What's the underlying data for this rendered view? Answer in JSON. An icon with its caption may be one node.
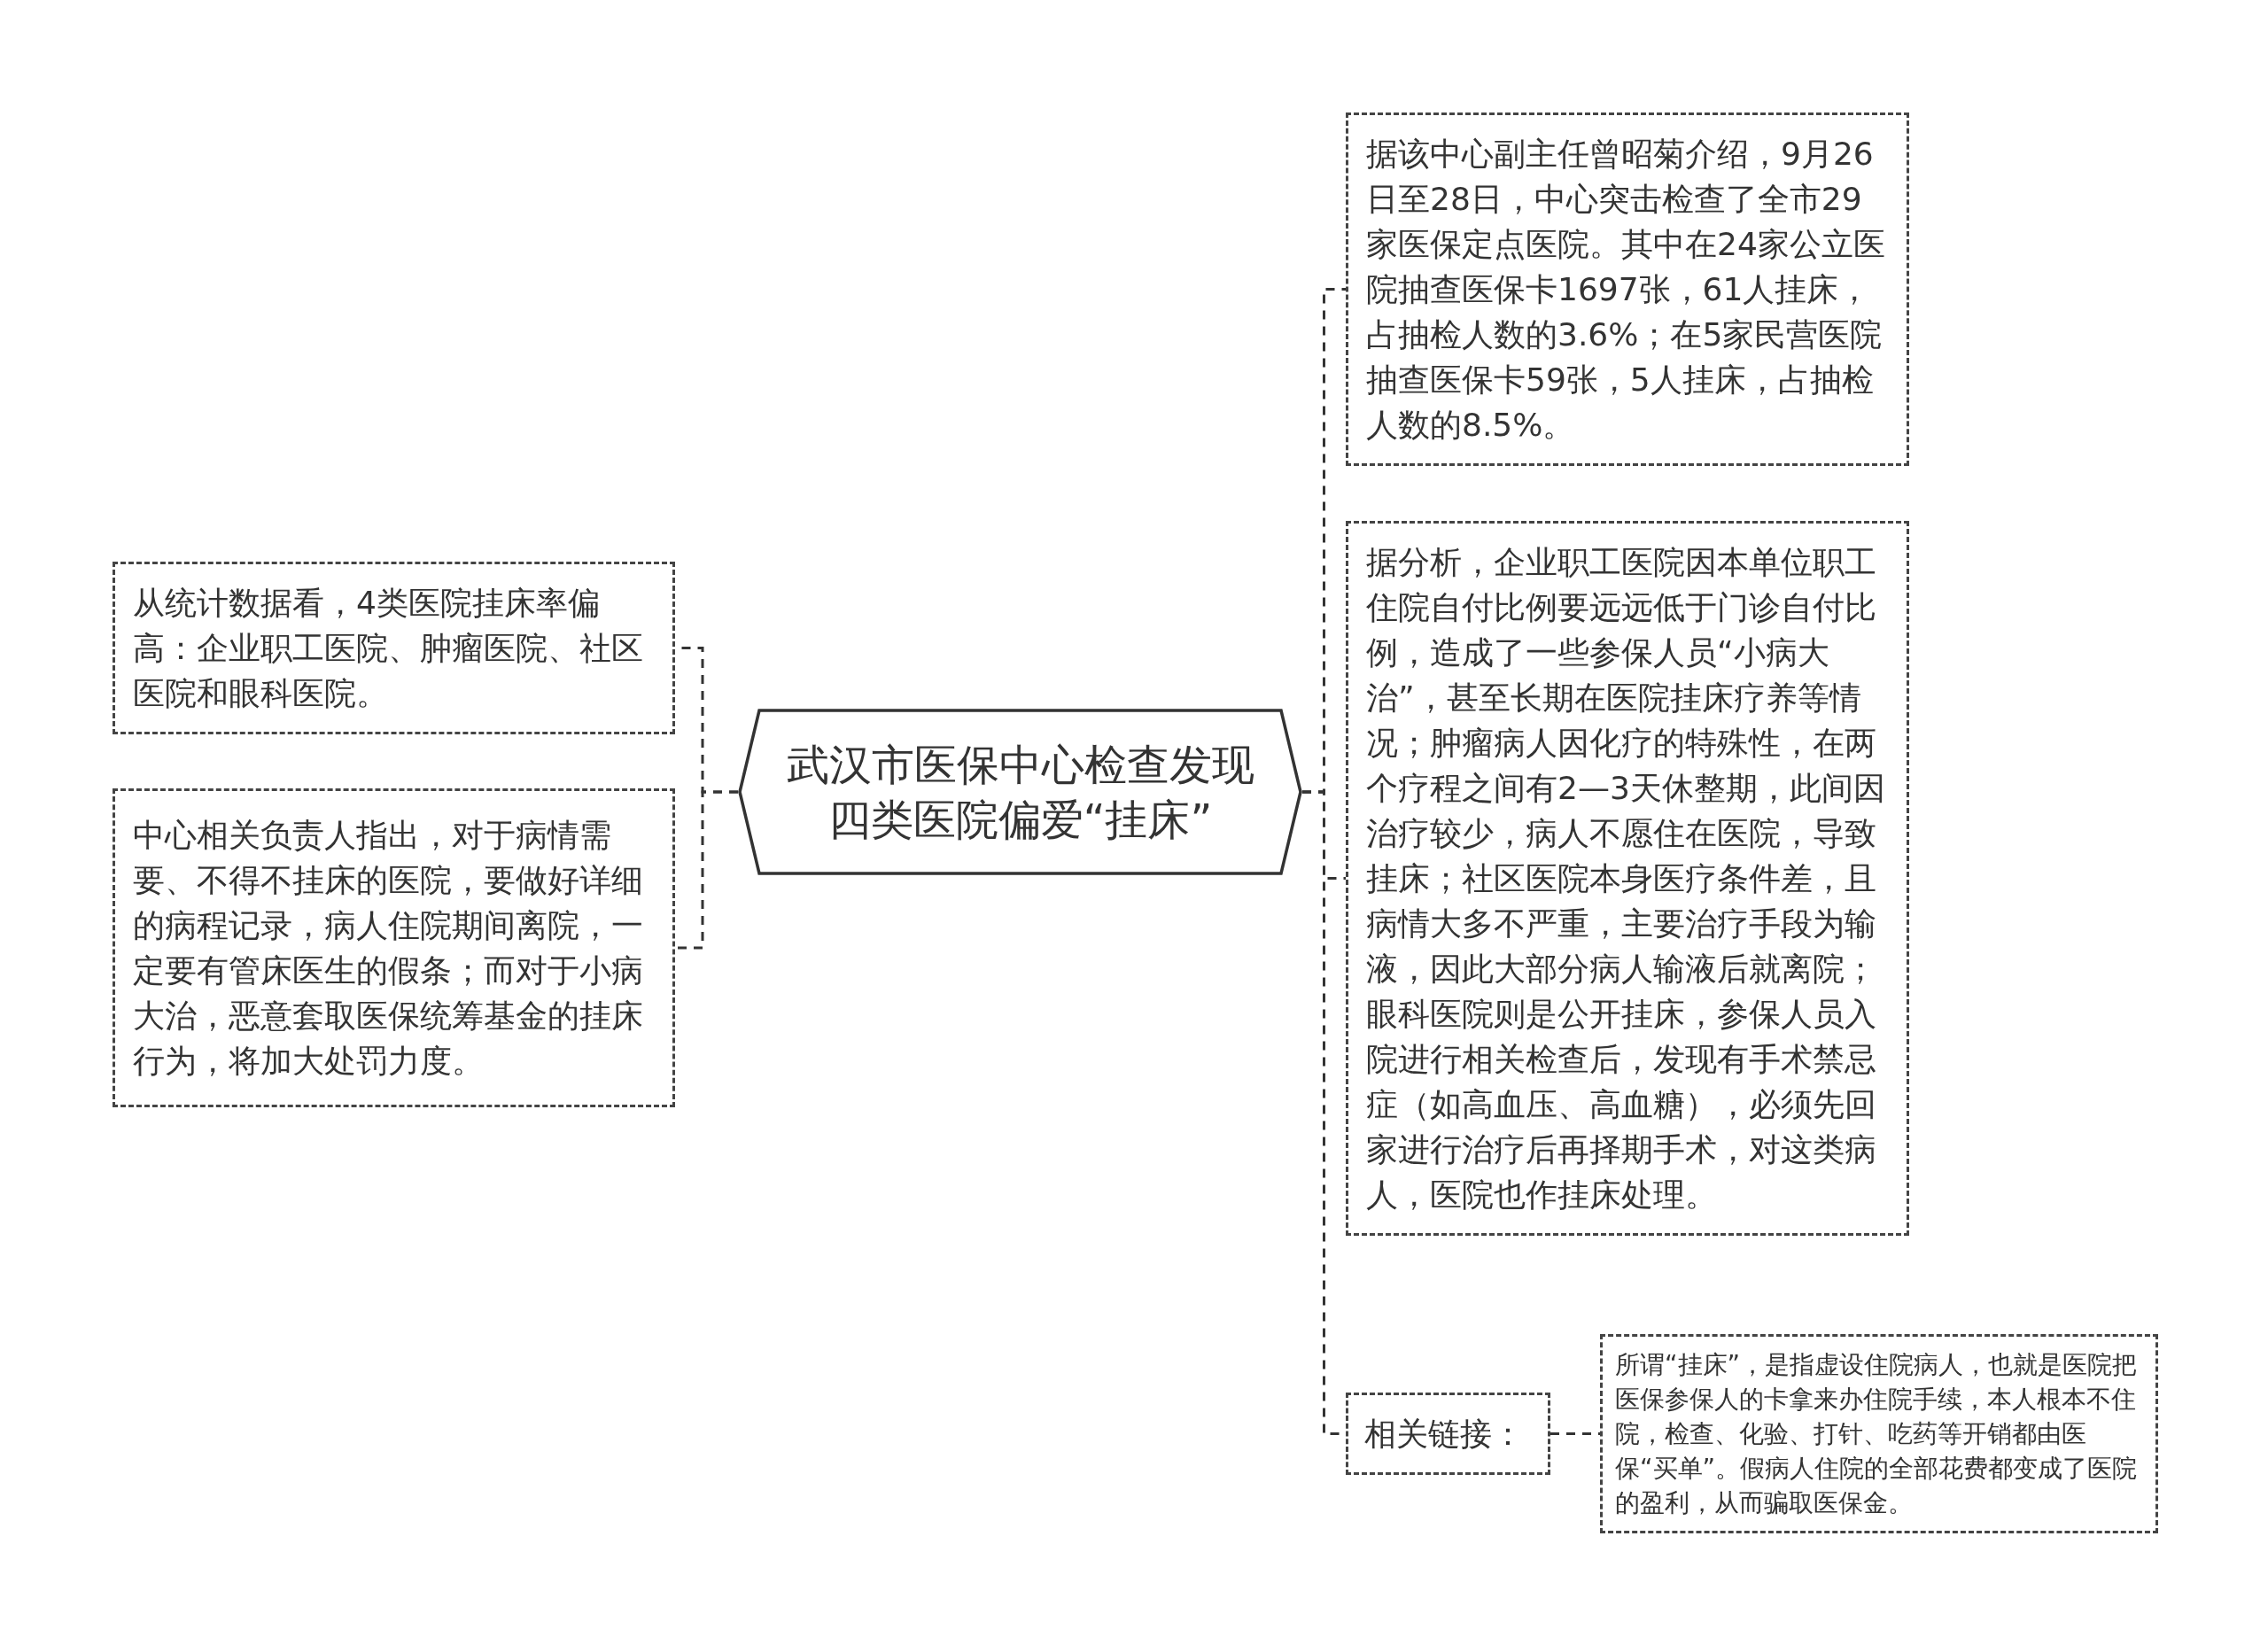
{
  "diagram": {
    "nodes": [
      {
        "text": [
          "武汉市医保中心检查发现四类医院偏爱“挂床”"
        ]
      },
      {
        "text": [
          "从统计数据看，4类医院挂床率偏高：企业职工医院、肿瘤医院、社区医院和眼科医院。"
        ]
      },
      {
        "text": [
          "中心相关负责人指出，对于病情需要、不得不挂床的医院，要做好详细的病程记录，病人住院期间离院，一定要有管床医生的假条；而对于小病大治，恶意套取医保统筹基金的挂床行为，将加大处罚力度。"
        ]
      },
      {
        "text": [
          "据该中心副主任曾昭菊介绍，9月26日至28日，中心突击检查了全市29家医保定点医院。其中在24家公立医院抽查医保卡1697张，61人挂床，占抽检人数的3.6%；在5家民营医院抽查医保卡59张，5人挂床，占抽检人数的8.5%。"
        ]
      },
      {
        "text": [
          "据分析，企业职工医院因本单位职工住院自付比例要远远低于门诊自付比例，造成了一些参保人员“小病大治”，甚至长期在医院挂床疗养等情况；肿瘤病人因化疗的特殊性，在两个疗程之间有2—3天休整期，此间因治疗较少，病人不愿住在医院，导致挂床；社区医院本身医疗条件差，且病情大多不严重，主要治疗手段为输液，因此大部分病人输液后就离院；眼科医院则是公开挂床，参保人员入院进行相关检查后，发现有手术禁忌症（如高血压、高血糖），必须先回家进行治疗后再择期手术，对这类病人，医院也作挂床处理。"
        ]
      },
      {
        "text": [
          "相关链接："
        ]
      },
      {
        "text": [
          "所谓“挂床”，是指虚设住院病人，也就是医院把医保参保人的卡拿来办住院手续，本人根本不住院，检查、化验、打针、吃药等开销都由医保“买单”。假病人住院的全部花费都变成了医院的盈利，从而骗取医保金。"
        ]
      }
    ],
    "edges": [
      {
        "from": 0,
        "to": 1,
        "arrow": "none",
        "style": "dashed"
      },
      {
        "from": 0,
        "to": 2,
        "arrow": "none",
        "style": "dashed"
      },
      {
        "from": 0,
        "to": 3,
        "arrow": "none",
        "style": "dashed"
      },
      {
        "from": 0,
        "to": 4,
        "arrow": "none",
        "style": "dashed"
      },
      {
        "from": 0,
        "to": 5,
        "arrow": "none",
        "style": "dashed"
      },
      {
        "from": 5,
        "to": 6,
        "arrow": "none",
        "style": "dashed"
      }
    ]
  }
}
